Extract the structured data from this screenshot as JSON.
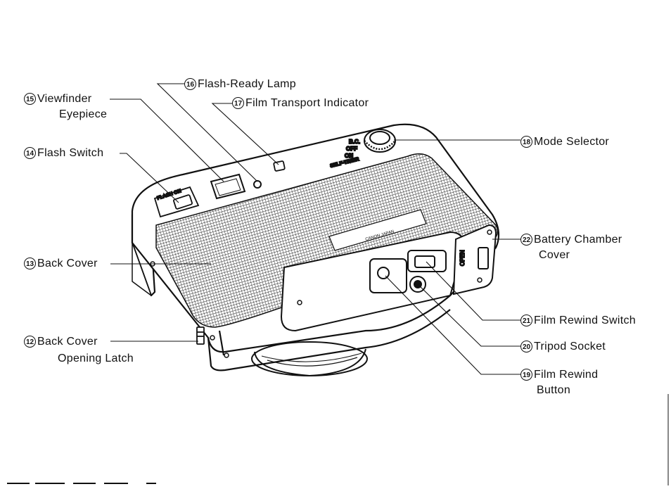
{
  "parts": [
    {
      "num": "15",
      "name": "Viewfinder",
      "name2": "Eyepiece"
    },
    {
      "num": "16",
      "name": "Flash-Ready Lamp"
    },
    {
      "num": "17",
      "name": "Film Transport Indicator"
    },
    {
      "num": "18",
      "name": "Mode Selector"
    },
    {
      "num": "14",
      "name": "Flash Switch"
    },
    {
      "num": "22",
      "name": "Battery Chamber",
      "name2": "Cover"
    },
    {
      "num": "13",
      "name": "Back Cover"
    },
    {
      "num": "21",
      "name": "Film Rewind Switch"
    },
    {
      "num": "12",
      "name": "Back Cover",
      "name2": "Opening Latch"
    },
    {
      "num": "20",
      "name": "Tripod Socket"
    },
    {
      "num": "19",
      "name": "Film Rewind",
      "name2": "Button"
    }
  ],
  "camera_markings": {
    "flash": "FLASH ON",
    "mode_bc": "B.C.",
    "mode_off": "OFF",
    "mode_on": "ON",
    "mode_self_timer": "SELF-TIMER",
    "maker": "CANON JAPAN",
    "open": "OPEN"
  }
}
